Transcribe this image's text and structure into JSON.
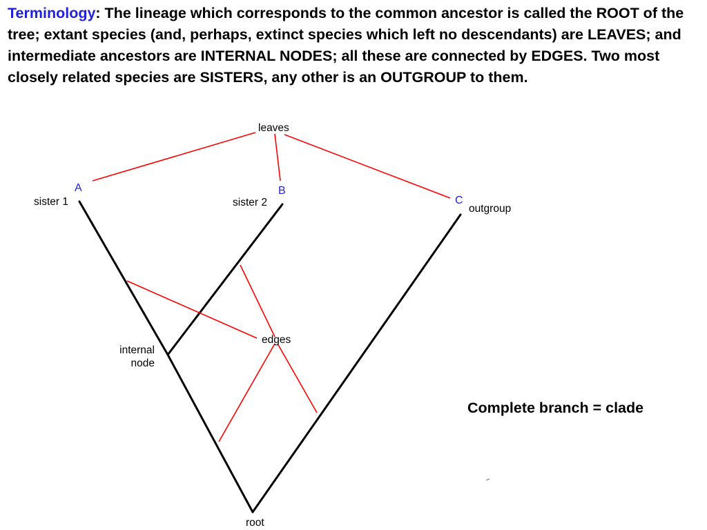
{
  "intro": {
    "keyword": "Terminology",
    "text": ": The lineage which corresponds to the common ancestor is called the ROOT of the tree; extant species (and, perhaps, extinct species which left no descendants) are LEAVES; and intermediate ancestors are INTERNAL NODES; all these are connected by EDGES. Two most closely related species are SISTERS, any other is an OUTGROUP to them."
  },
  "tree": {
    "labels": {
      "leaves": "leaves",
      "sister1": "sister 1",
      "sister2": "sister 2",
      "outgroup": "outgroup",
      "internal_line1": "internal",
      "internal_line2": "node",
      "edges": "edges",
      "root": "root"
    },
    "leaf_letters": {
      "a": "A",
      "b": "B",
      "c": "C"
    },
    "colors": {
      "branch": "#000000",
      "pointer": "#ff0000",
      "letter": "#2020e0",
      "keyword": "#1f1fdc"
    }
  },
  "caption": "Complete branch = clade"
}
